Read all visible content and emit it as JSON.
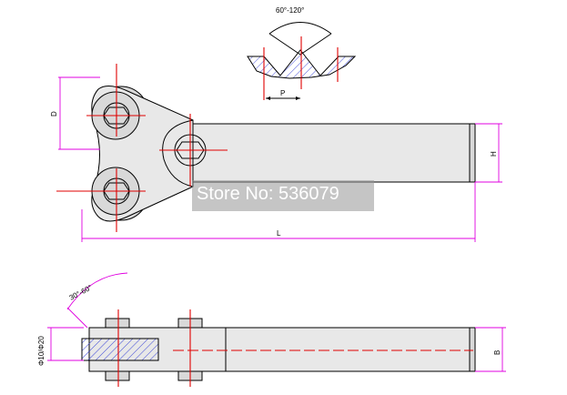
{
  "dimensions": {
    "angle_top": "60°-120°",
    "pitch": "P",
    "wheel_spacing": "D",
    "length": "L",
    "height": "H",
    "width": "B",
    "angle_side": "30°-60°",
    "wheel_diameter": "Φ10/Φ20"
  },
  "watermark": {
    "store": "Store No: 536079"
  }
}
